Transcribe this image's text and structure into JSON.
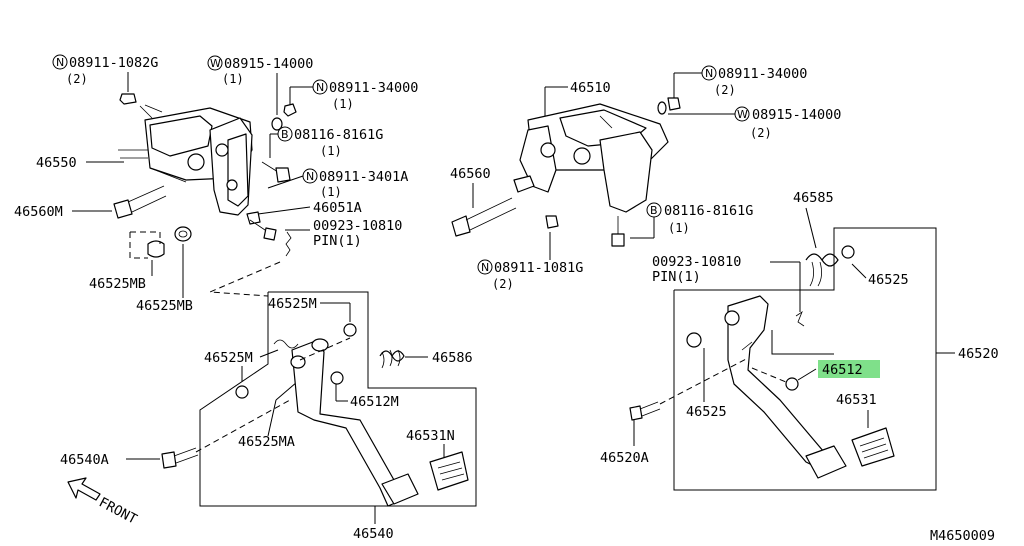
{
  "labels": {
    "n_08911_1082g": "08911-1082G",
    "n_08911_1082g_qty": "(2)",
    "w_08915_14000_a": "08915-14000",
    "w_08915_14000_a_qty": "(1)",
    "n_08911_34000_a": "08911-34000",
    "n_08911_34000_a_qty": "(1)",
    "b_08116_8161g_a": "08116-8161G",
    "b_08116_8161g_a_qty": "(1)",
    "n_08911_3401a": "08911-3401A",
    "n_08911_3401a_qty": "(1)",
    "p46550": "46550",
    "p46560m": "46560M",
    "p46051a": "46051A",
    "p00923_10810_a": "00923-10810",
    "pin_a": "PIN(1)",
    "p46525mb_1": "46525MB",
    "p46525mb_2": "46525MB",
    "p46525m_top": "46525M",
    "p46525m_left": "46525M",
    "p46586": "46586",
    "p46512m": "46512M",
    "p46525ma": "46525MA",
    "p46531n": "46531N",
    "p46540a": "46540A",
    "p46540": "46540",
    "front": "FRONT",
    "p46510": "46510",
    "n_08911_34000_b": "08911-34000",
    "n_08911_34000_b_qty": "(2)",
    "w_08915_14000_b": "08915-14000",
    "w_08915_14000_b_qty": "(2)",
    "p46560": "46560",
    "b_08116_8161g_b": "08116-8161G",
    "b_08116_8161g_b_qty": "(1)",
    "n_08911_1081g": "08911-1081G",
    "n_08911_1081g_qty": "(2)",
    "p46585": "46585",
    "p00923_10810_b": "00923-10810",
    "pin_b": "PIN(1)",
    "p46525_a": "46525",
    "p46520": "46520",
    "p46512": "46512",
    "p46525_b": "46525",
    "p46531": "46531",
    "p46520a": "46520A",
    "diagram_code": "M4650009"
  },
  "prefix": {
    "N": "N",
    "W": "W",
    "B": "B"
  },
  "highlight_color": "#7fe08a"
}
